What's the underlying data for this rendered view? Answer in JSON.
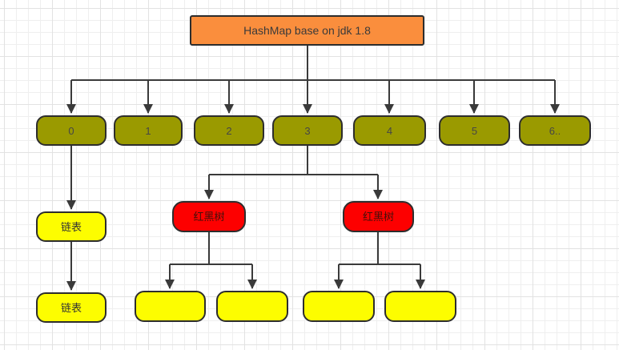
{
  "colors": {
    "canvas-bg": "#ffffff",
    "grid-minor": "#efefef",
    "grid-major": "#e2e2e2",
    "node-border": "#2d2d2d",
    "connector": "#3a3a3a",
    "title-fill": "#fa8e3d",
    "bucket-fill": "#9a9a00",
    "list-fill": "#fdfd00",
    "tree-fill": "#fd0000",
    "title-text": "#3a3a3a",
    "bucket-text": "#464646",
    "list-text": "#333333",
    "tree-text": "#44100a"
  },
  "diagram": {
    "title": {
      "label": "HashMap base on jdk 1.8"
    },
    "buckets": [
      {
        "label": "0"
      },
      {
        "label": "1"
      },
      {
        "label": "2"
      },
      {
        "label": "3"
      },
      {
        "label": "4"
      },
      {
        "label": "5"
      },
      {
        "label": "6.."
      }
    ],
    "linked_list_chain": [
      {
        "label": "链表"
      },
      {
        "label": "链表"
      }
    ],
    "red_black_trees": [
      {
        "label": "红黑树"
      },
      {
        "label": "红黑树"
      }
    ],
    "tree_leaves": [
      {
        "label": ""
      },
      {
        "label": ""
      },
      {
        "label": ""
      },
      {
        "label": ""
      }
    ]
  }
}
